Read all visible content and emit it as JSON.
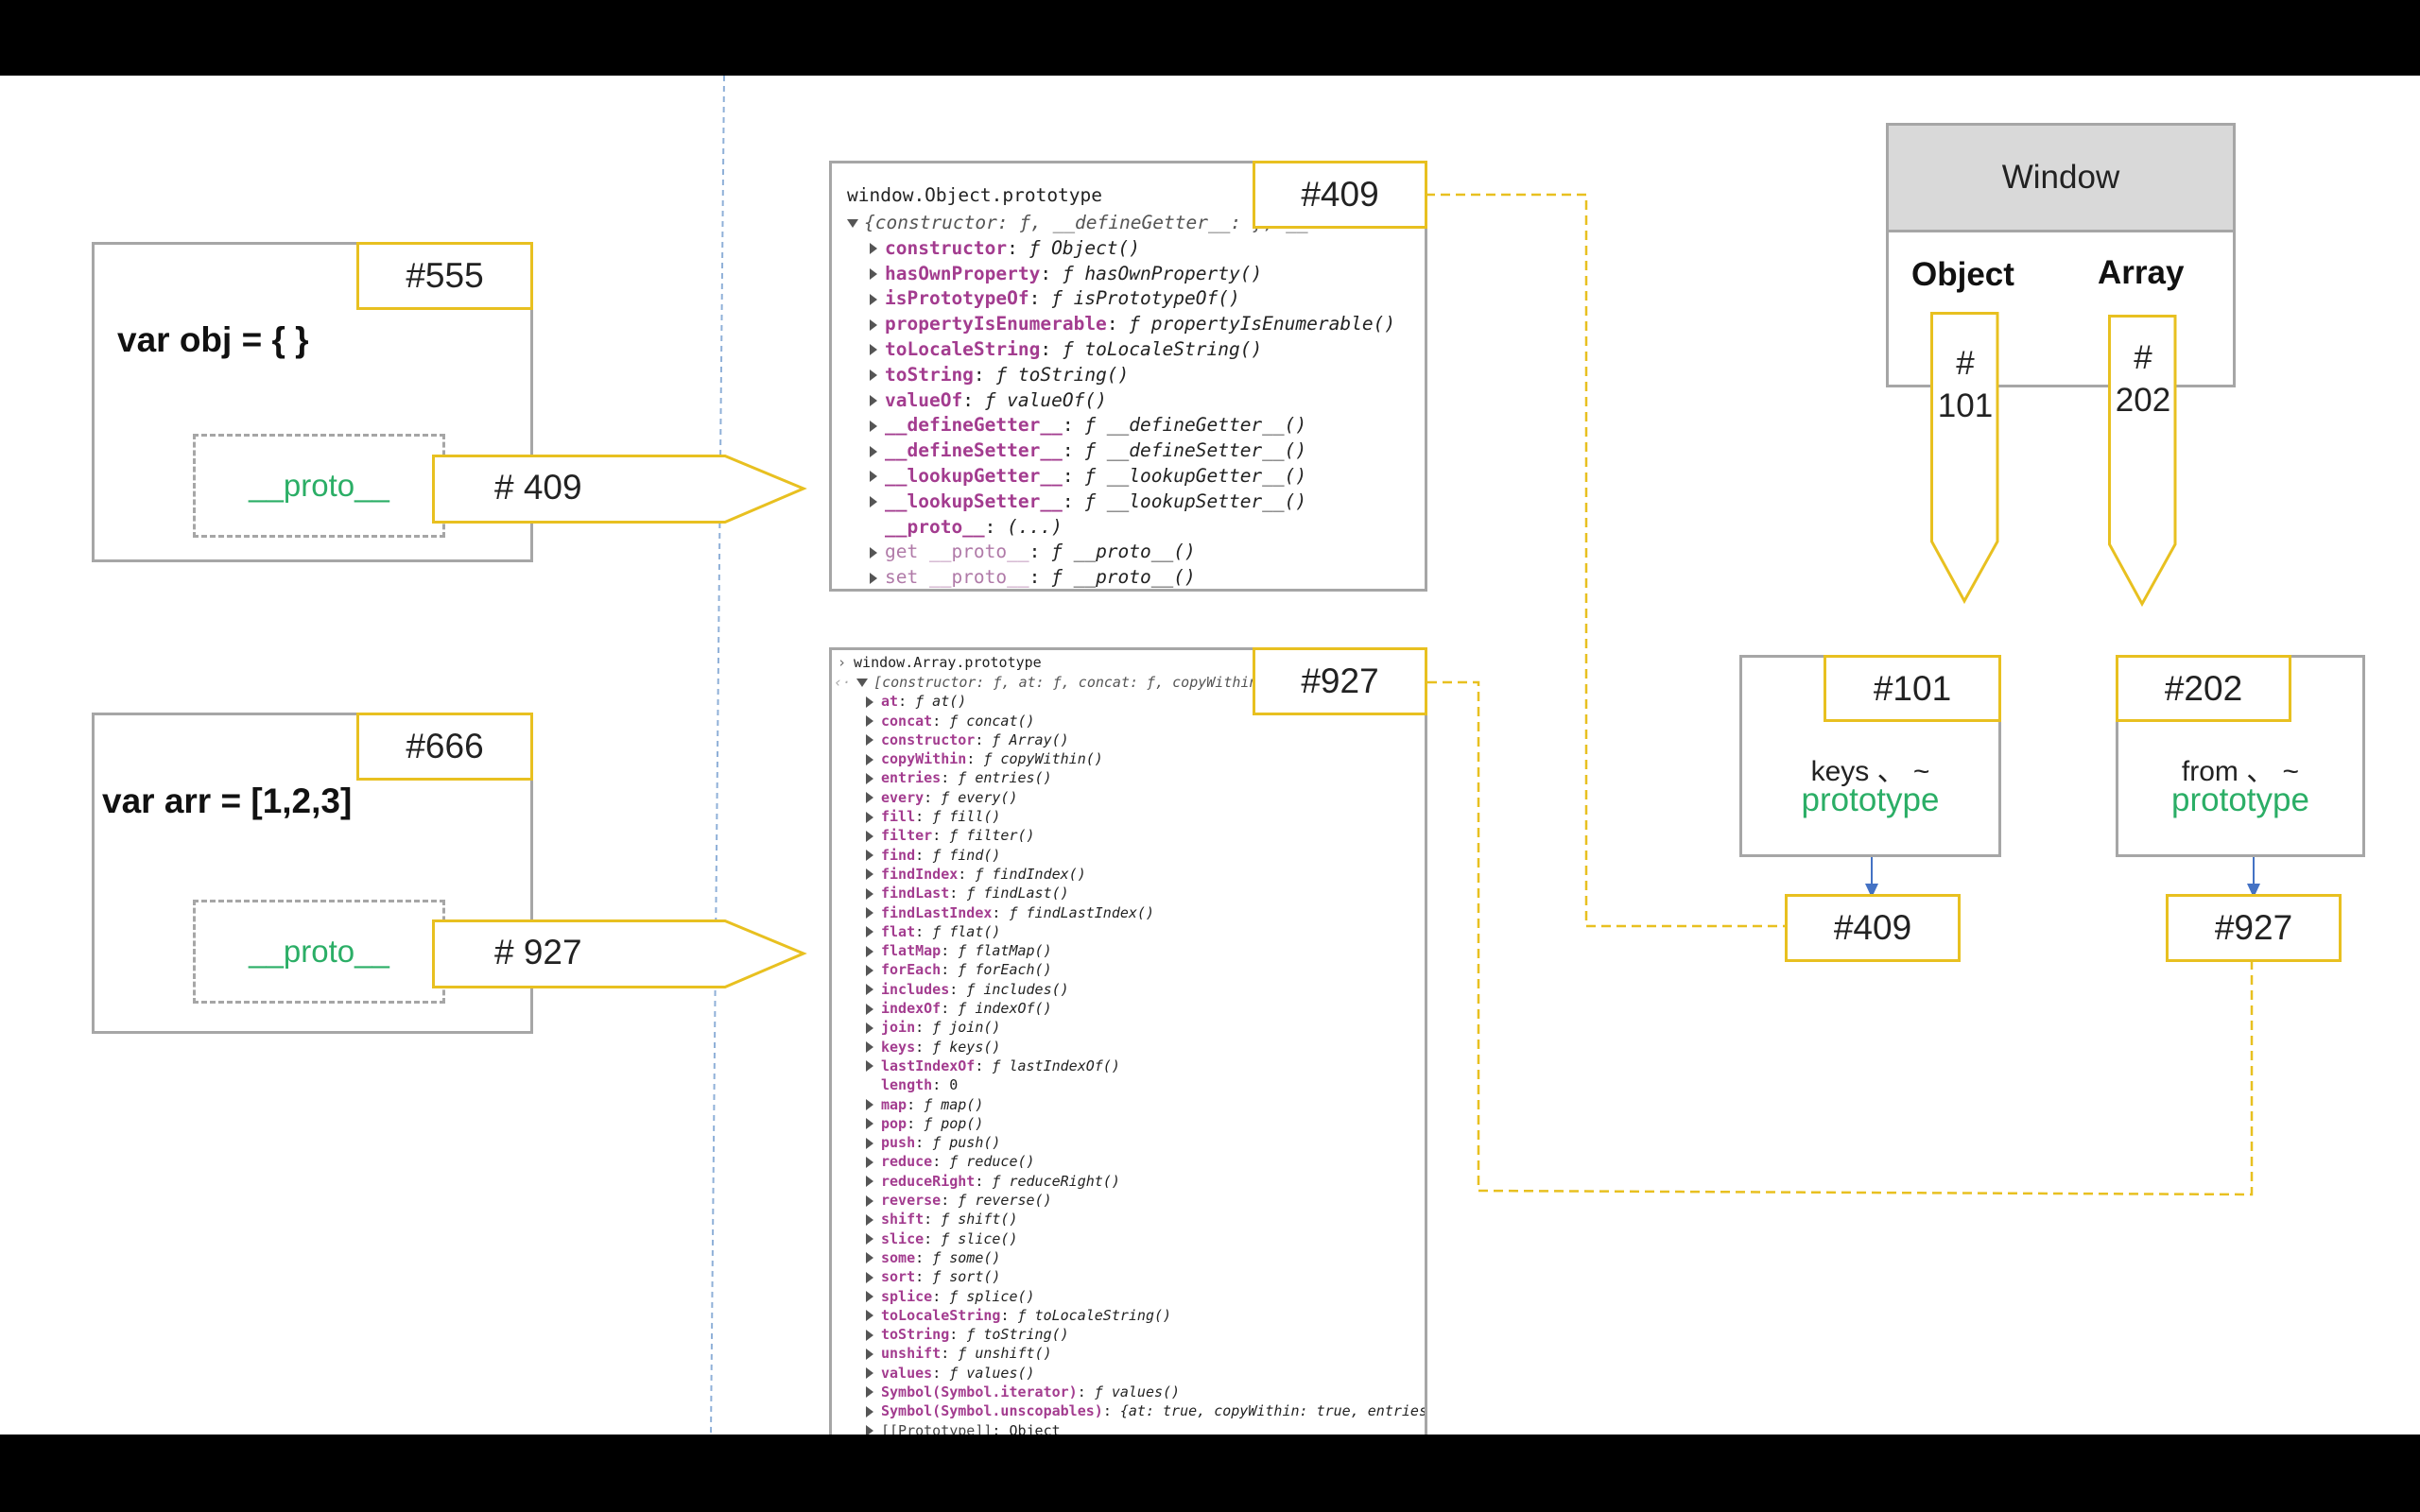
{
  "objects": {
    "obj": {
      "address": "#555",
      "code": "var obj = { }",
      "proto_label": "__proto__",
      "proto_value": "# 409"
    },
    "arr": {
      "address": "#666",
      "code": "var arr = [1,2,3]",
      "proto_label": "__proto__",
      "proto_value": "# 927"
    }
  },
  "console_object": {
    "title": "window.Object.prototype",
    "address": "#409",
    "summary": "{constructor: ƒ, __defineGetter__: ƒ, __",
    "entries": [
      {
        "key": "constructor",
        "val": "ƒ Object()"
      },
      {
        "key": "hasOwnProperty",
        "val": "ƒ hasOwnProperty()"
      },
      {
        "key": "isPrototypeOf",
        "val": "ƒ isPrototypeOf()"
      },
      {
        "key": "propertyIsEnumerable",
        "val": "ƒ propertyIsEnumerable()"
      },
      {
        "key": "toLocaleString",
        "val": "ƒ toLocaleString()"
      },
      {
        "key": "toString",
        "val": "ƒ toString()"
      },
      {
        "key": "valueOf",
        "val": "ƒ valueOf()"
      },
      {
        "key": "__defineGetter__",
        "val": "ƒ __defineGetter__()"
      },
      {
        "key": "__defineSetter__",
        "val": "ƒ __defineSetter__()"
      },
      {
        "key": "__lookupGetter__",
        "val": "ƒ __lookupGetter__()"
      },
      {
        "key": "__lookupSetter__",
        "val": "ƒ __lookupSetter__()"
      },
      {
        "key": "__proto__",
        "val": "(...)",
        "noarrow": true
      },
      {
        "key": "get __proto__",
        "val": "ƒ __proto__()",
        "faded": true
      },
      {
        "key": "set __proto__",
        "val": "ƒ __proto__()",
        "faded": true
      }
    ]
  },
  "console_array": {
    "title": "window.Array.prototype",
    "address": "#927",
    "summary": "[constructor: ƒ, at: ƒ, concat: ƒ, copyWithin: ƒ,",
    "entries": [
      {
        "key": "at",
        "val": "ƒ at()"
      },
      {
        "key": "concat",
        "val": "ƒ concat()"
      },
      {
        "key": "constructor",
        "val": "ƒ Array()"
      },
      {
        "key": "copyWithin",
        "val": "ƒ copyWithin()"
      },
      {
        "key": "entries",
        "val": "ƒ entries()"
      },
      {
        "key": "every",
        "val": "ƒ every()"
      },
      {
        "key": "fill",
        "val": "ƒ fill()"
      },
      {
        "key": "filter",
        "val": "ƒ filter()"
      },
      {
        "key": "find",
        "val": "ƒ find()"
      },
      {
        "key": "findIndex",
        "val": "ƒ findIndex()"
      },
      {
        "key": "findLast",
        "val": "ƒ findLast()"
      },
      {
        "key": "findLastIndex",
        "val": "ƒ findLastIndex()"
      },
      {
        "key": "flat",
        "val": "ƒ flat()"
      },
      {
        "key": "flatMap",
        "val": "ƒ flatMap()"
      },
      {
        "key": "forEach",
        "val": "ƒ forEach()"
      },
      {
        "key": "includes",
        "val": "ƒ includes()"
      },
      {
        "key": "indexOf",
        "val": "ƒ indexOf()"
      },
      {
        "key": "join",
        "val": "ƒ join()"
      },
      {
        "key": "keys",
        "val": "ƒ keys()"
      },
      {
        "key": "lastIndexOf",
        "val": "ƒ lastIndexOf()"
      },
      {
        "key": "length",
        "val": "0",
        "noarrow": true,
        "plain": true
      },
      {
        "key": "map",
        "val": "ƒ map()"
      },
      {
        "key": "pop",
        "val": "ƒ pop()"
      },
      {
        "key": "push",
        "val": "ƒ push()"
      },
      {
        "key": "reduce",
        "val": "ƒ reduce()"
      },
      {
        "key": "reduceRight",
        "val": "ƒ reduceRight()"
      },
      {
        "key": "reverse",
        "val": "ƒ reverse()"
      },
      {
        "key": "shift",
        "val": "ƒ shift()"
      },
      {
        "key": "slice",
        "val": "ƒ slice()"
      },
      {
        "key": "some",
        "val": "ƒ some()"
      },
      {
        "key": "sort",
        "val": "ƒ sort()"
      },
      {
        "key": "splice",
        "val": "ƒ splice()"
      },
      {
        "key": "toLocaleString",
        "val": "ƒ toLocaleString()"
      },
      {
        "key": "toString",
        "val": "ƒ toString()"
      },
      {
        "key": "unshift",
        "val": "ƒ unshift()"
      },
      {
        "key": "values",
        "val": "ƒ values()"
      },
      {
        "key": "Symbol(Symbol.iterator)",
        "val": "ƒ values()"
      },
      {
        "key": "Symbol(Symbol.unscopables)",
        "val": "{at: true, copyWithin: true, entries:"
      },
      {
        "key": "[[Prototype]]",
        "val": "Object",
        "plain": true,
        "gray": true
      }
    ]
  },
  "window": {
    "title": "Window",
    "object_label": "Object",
    "array_label": "Array",
    "object_pointer": [
      "#",
      "101"
    ],
    "array_pointer": [
      "#",
      "202"
    ]
  },
  "constructors": {
    "object": {
      "address": "#101",
      "text": "keys 、 ~",
      "prototype_label": "prototype",
      "prototype_value": "#409"
    },
    "array": {
      "address": "#202",
      "text": "from 、 ~",
      "prototype_label": "prototype",
      "prototype_value": "#927"
    }
  },
  "colors": {
    "tag_border": "#e8c020",
    "proto_green": "#2bae66",
    "arrow_blue": "#4472c4",
    "gray_border": "#a6a6a6"
  }
}
